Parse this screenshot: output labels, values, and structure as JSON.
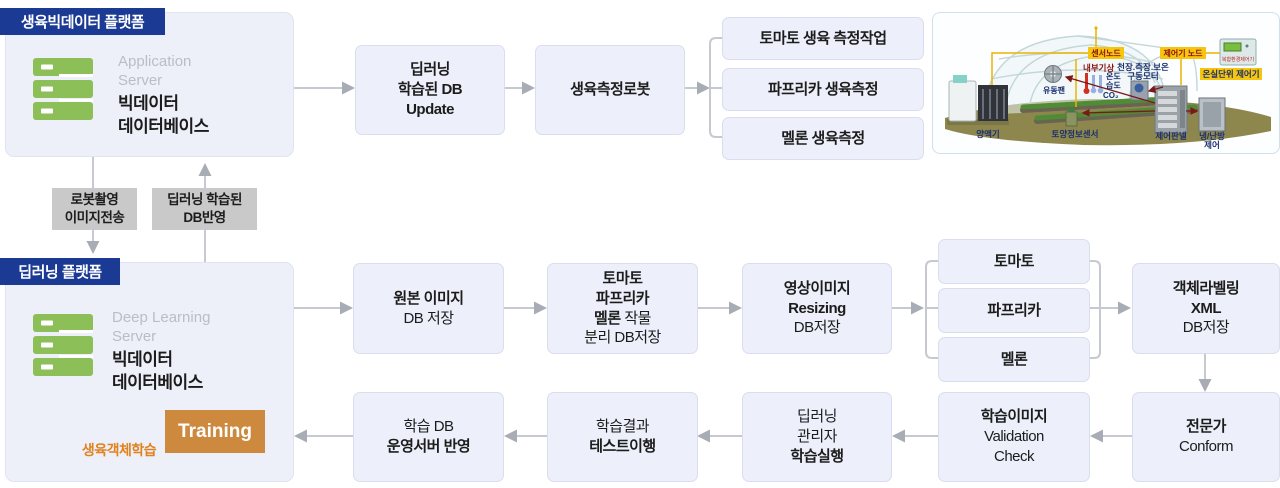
{
  "top_platform": {
    "header": "생육빅데이터 플랫폼",
    "server_type1": "Application",
    "server_type2": "Server",
    "server_name1": "빅데이터",
    "server_name2": "데이터베이스"
  },
  "flow1": {
    "db_update": {
      "l1": "딥러닝",
      "l2": "학습된 DB",
      "l3": "Update"
    },
    "robot": "생육측정로봇",
    "tasks": [
      "토마토 생육 측정작업",
      "파프리카 생육측정",
      "멜론 생육측정"
    ]
  },
  "bridge": {
    "down": {
      "l1": "로봇촬영",
      "l2": "이미지전송"
    },
    "up": {
      "l1": "딥러닝 학습된",
      "l2": "DB반영"
    }
  },
  "deep_platform": {
    "header": "딥러닝 플랫폼",
    "server_type1": "Deep Learning",
    "server_type2": "Server",
    "server_name1": "빅데이터",
    "server_name2": "데이터베이스",
    "training": "Training",
    "loop_label": "생육객체학습"
  },
  "flow2": {
    "original": {
      "l1": "원본 이미지",
      "l2": "DB 저장"
    },
    "separate": {
      "l1": "토마토",
      "l2": "파프리카",
      "l3a": "멜론",
      "l3b": " 작물",
      "l4": "분리 DB저장"
    },
    "resizing": {
      "l1": "영상이미지",
      "l2": "Resizing",
      "l3": "DB저장"
    },
    "crops": [
      "토마토",
      "파프리카",
      "멜론"
    ],
    "labeling": {
      "l1": "객체라벨링",
      "l2": "XML",
      "l3": "DB저장"
    }
  },
  "flow3": {
    "expert": {
      "l1": "전문가",
      "l2": "Conform"
    },
    "validation": {
      "l1": "학습이미지",
      "l2": "Validation",
      "l3": "Check"
    },
    "execute": {
      "l1": "딥러닝",
      "l2": "관리자",
      "l3": "학습실행"
    },
    "test": {
      "l1": "학습결과",
      "l2": "테스트이행"
    },
    "deploy": {
      "l1": "학습 DB",
      "l2": "운영서버 반영"
    }
  },
  "greenhouse": {
    "sensor_node": "센서노드",
    "controller_node": "제어기 노드",
    "unit_controller": "온실단위 제어기",
    "device": "복합환경제어기",
    "indoor": "내부기상",
    "motor1": "천장.측장.보온",
    "motor2": "구동모터",
    "temp": "온도",
    "hum": "습도",
    "co2": "CO₂",
    "fan": "유동팬",
    "nutrient": "양액기",
    "soil": "토양정보센서",
    "panel": "제어판넬",
    "hvac1": "냉/난방",
    "hvac2": "제어"
  },
  "colors": {
    "header_bg": "#1b3a94",
    "box_bg": "#edf0fa",
    "box_border": "#d9deee",
    "gray_box": "#c9c9c9",
    "arrow": "#c6c9d0",
    "dark_arrow": "#5a6a72",
    "training_bg": "#cd8a3e",
    "accent_orange": "#e0821e",
    "server_green": "#8cbf58",
    "label_yellow": "#f6c50e"
  }
}
